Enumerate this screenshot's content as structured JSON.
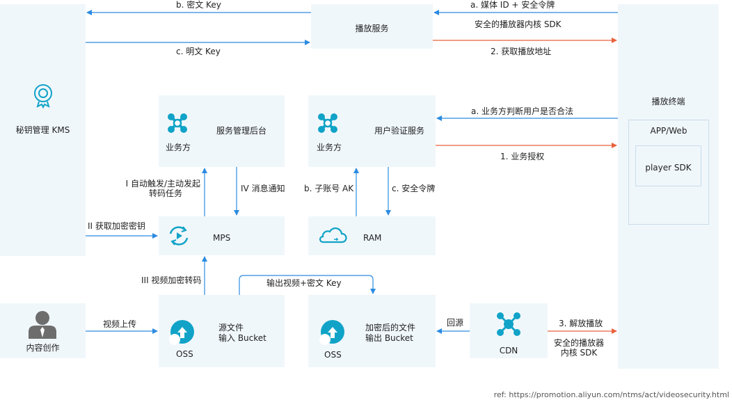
{
  "nodes": {
    "kms": "秘钥管理 KMS",
    "play_service": "播放服务",
    "service_backend": "服务管理后台",
    "user_auth": "用户验证服务",
    "mps": "MPS",
    "ram": "RAM",
    "oss_src": {
      "label": "OSS",
      "desc_line1": "源文件",
      "desc_line2": "输入 Bucket"
    },
    "oss_out": {
      "label": "OSS",
      "desc_line1": "加密后的文件",
      "desc_line2": "输出 Bucket"
    },
    "cdn": "CDN",
    "content": "内容创作",
    "terminal": "播放终端",
    "app_web": "APP/Web",
    "player_sdk": "player SDK",
    "business_label": "业务方"
  },
  "edges": {
    "b_cipher_key": "b. 密文 Key",
    "c_plain_key": "c. 明文 Key",
    "a_media_token": "a. 媒体 ID + 安全令牌",
    "secure_sdk": "安全的播放器内核 SDK",
    "get_play_url": "2. 获取播放地址",
    "a_check_user": "a. 业务方判断用户是否合法",
    "biz_auth": "1. 业务授权",
    "trigger_line1": "I 自动触发/主动发起",
    "trigger_line2": "转码任务",
    "notify": "IV 消息通知",
    "sub_ak": "b. 子账号 AK",
    "c_token": "c. 安全令牌",
    "get_key": "II 获取加密密钥",
    "encrypt_transcode": "III 视频加密转码",
    "output_video": "输出视频+密文 Key",
    "upload": "视频上传",
    "back_to_origin": "回源",
    "decrypt_play": "3. 解放播放",
    "secure_player_line1": "安全的播放器",
    "secure_player_line2": "内核 SDK"
  },
  "reference": "ref: https://promotion.aliyun.com/ntms/act/videosecurity.html",
  "colors": {
    "node_bg": "#f0f7fb",
    "blue_arrow": "#2b8be0",
    "red_arrow": "#e8613c",
    "icon_teal": "#11a3c7"
  }
}
